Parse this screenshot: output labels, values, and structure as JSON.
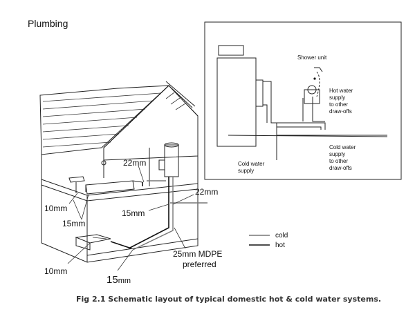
{
  "header": {
    "title": "Plumbing"
  },
  "labels": {
    "pipe_22mm_upper": "22mm",
    "pipe_22mm_right": "22mm",
    "pipe_15mm_mid": "15mm",
    "pipe_10mm_upper": "10mm",
    "pipe_15mm_left": "15mm",
    "pipe_10mm_lower": "10mm",
    "pipe_15mm_bottom": "15",
    "pipe_15mm_bottom_unit": "mm",
    "mdpe_line1": "25mm MDPE",
    "mdpe_line2": "preferred"
  },
  "inset": {
    "shower_unit": "Shower unit",
    "hot_supply": [
      "Hot water",
      "supply",
      "to other",
      "draw-offs"
    ],
    "cold_supply_right": [
      "Cold water",
      "supply",
      "to other",
      "draw-offs"
    ],
    "cold_supply_left": [
      "Cold water",
      "supply"
    ]
  },
  "legend": {
    "items": [
      {
        "label": "cold",
        "color": "#777777"
      },
      {
        "label": "hot",
        "color": "#111111"
      }
    ]
  },
  "caption": "Fig 2.1  Schematic layout of typical domestic hot & cold water systems."
}
